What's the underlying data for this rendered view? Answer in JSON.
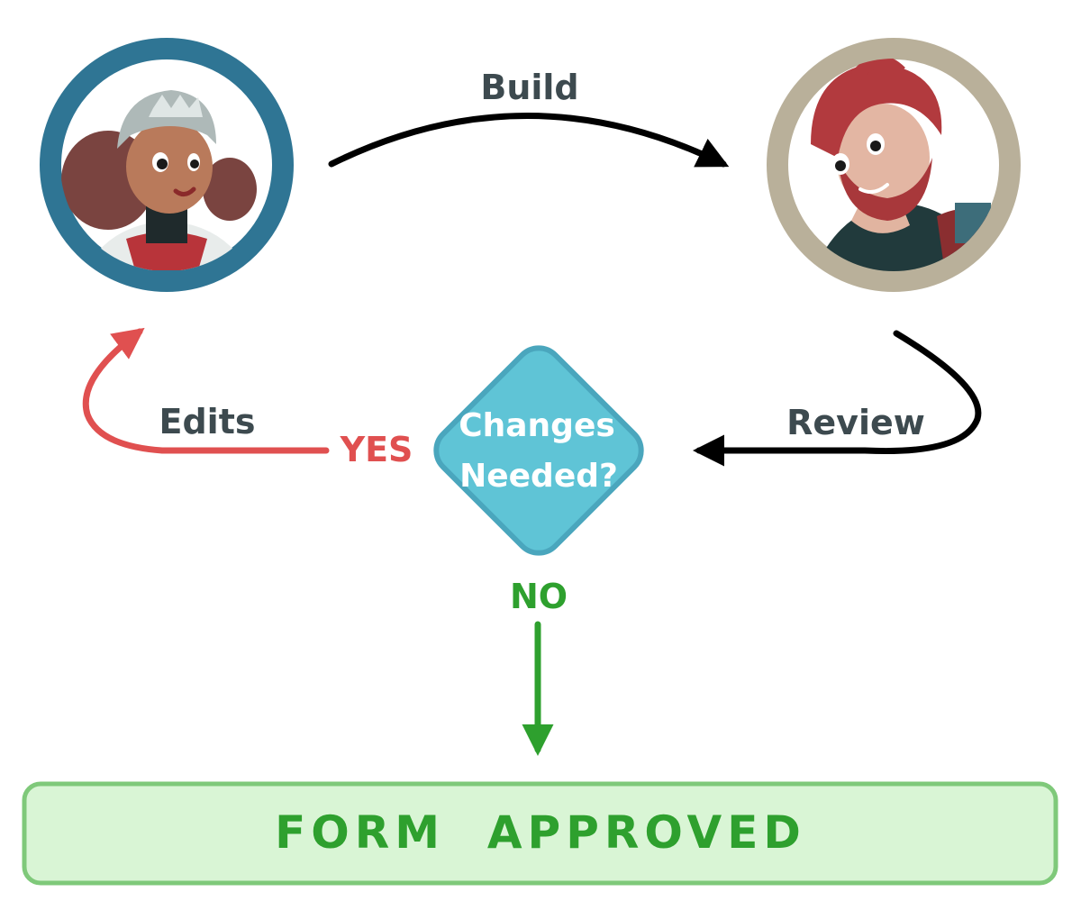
{
  "diagram": {
    "nodes": {
      "author": {
        "ring_color": "#2f7594"
      },
      "reviewer": {
        "ring_color": "#b9b09a"
      },
      "decision": {
        "line1": "Changes",
        "line2": "Needed?",
        "fill": "#5fc4d6",
        "stroke": "#4aa6bd"
      },
      "approved": {
        "text": "FORM  APPROVED",
        "fill": "#d9f5d5",
        "stroke": "#7fc97a"
      }
    },
    "edges": {
      "build": {
        "label": "Build",
        "color": "#000000"
      },
      "review": {
        "label": "Review",
        "color": "#000000"
      },
      "edits": {
        "label": "Edits",
        "color": "#e05050"
      },
      "yes": {
        "label": "YES",
        "color": "#e05050"
      },
      "no": {
        "label": "NO",
        "color": "#2ea02e"
      }
    }
  }
}
